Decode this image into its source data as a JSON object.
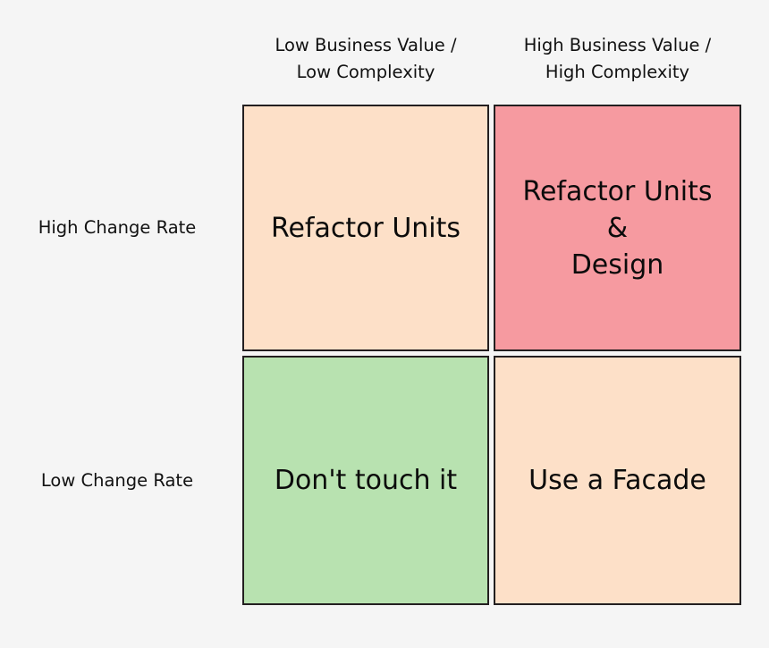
{
  "diagram": {
    "type": "2x2-matrix",
    "background_color": "#f5f5f5",
    "border_color": "#231f20",
    "columns": [
      {
        "label": "Low Business Value /\nLow Complexity"
      },
      {
        "label": "High Business Value /\nHigh Complexity"
      }
    ],
    "rows": [
      {
        "label": "High Change Rate"
      },
      {
        "label": "Low Change Rate"
      }
    ],
    "cells": [
      {
        "row": 0,
        "column": 0,
        "text": "Refactor Units",
        "fill_color": "#fde0c8"
      },
      {
        "row": 0,
        "column": 1,
        "text": "Refactor Units\n&\nDesign",
        "fill_color": "#f69aa0"
      },
      {
        "row": 1,
        "column": 0,
        "text": "Don't touch it",
        "fill_color": "#b8e2b0"
      },
      {
        "row": 1,
        "column": 1,
        "text": "Use a Facade",
        "fill_color": "#fde0c8"
      }
    ]
  }
}
